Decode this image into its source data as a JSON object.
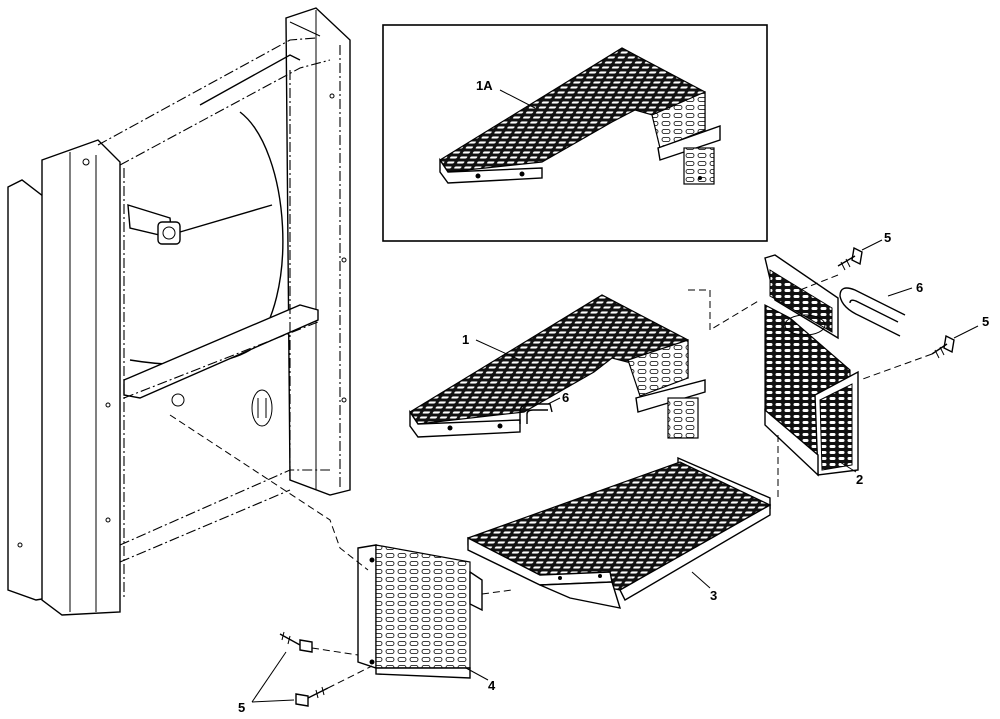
{
  "callouts": {
    "inset_part": "1A",
    "part_1": "1",
    "part_2": "2",
    "part_3": "3",
    "part_4": "4",
    "bolt_top": "5",
    "bolt_right": "5",
    "bolts_bottom": "5",
    "clip_upper": "6",
    "clip_lower": "6"
  }
}
